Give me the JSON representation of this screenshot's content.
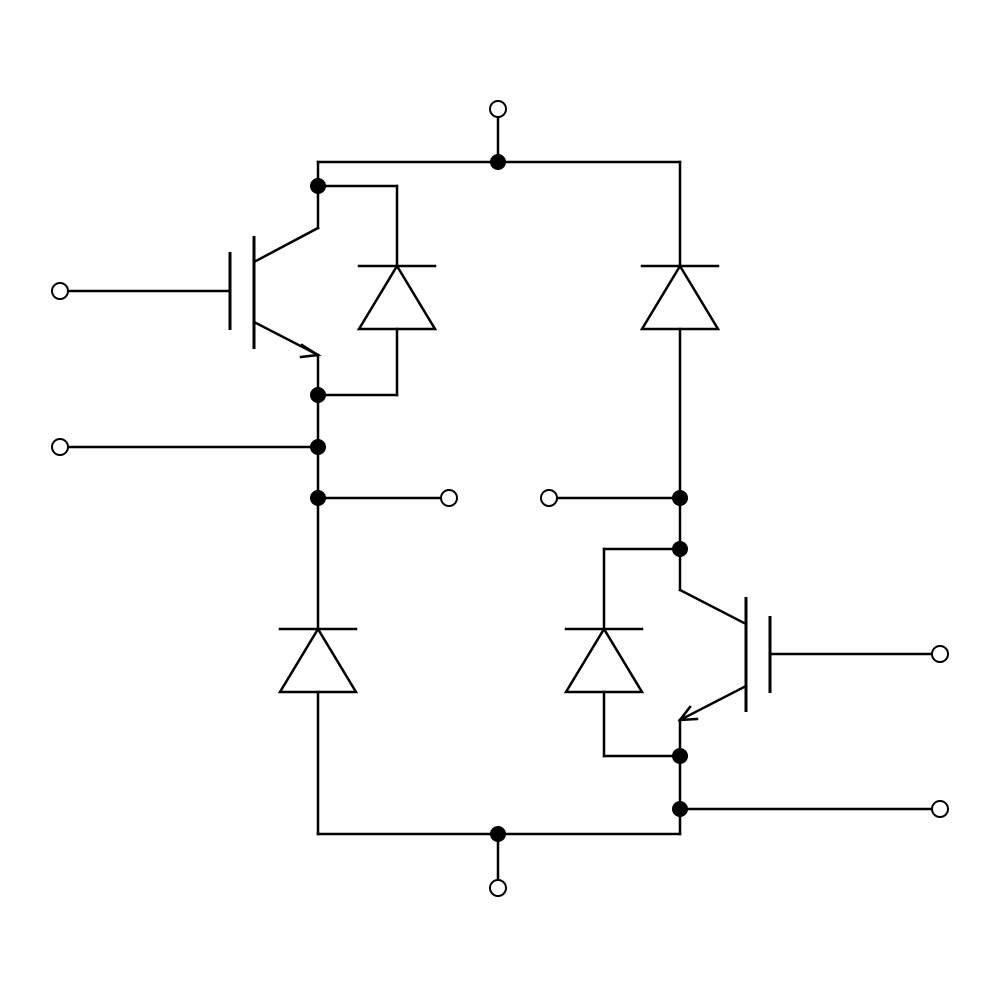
{
  "diagram": {
    "type": "circuit-schematic",
    "description_visible_text": [],
    "components": {
      "igbts": [
        "upper-igbt",
        "lower-igbt"
      ],
      "diodes": [
        "upper-antiparallel-diode",
        "right-upper-diode",
        "left-lower-diode",
        "lower-antiparallel-diode"
      ],
      "terminals": [
        "top-terminal",
        "bottom-terminal",
        "upper-gate-terminal",
        "upper-emitter-sense-terminal",
        "center-left-terminal",
        "center-right-terminal",
        "lower-gate-terminal",
        "lower-emitter-terminal"
      ]
    },
    "colors": {
      "line": "#000000",
      "background": "#ffffff"
    }
  }
}
